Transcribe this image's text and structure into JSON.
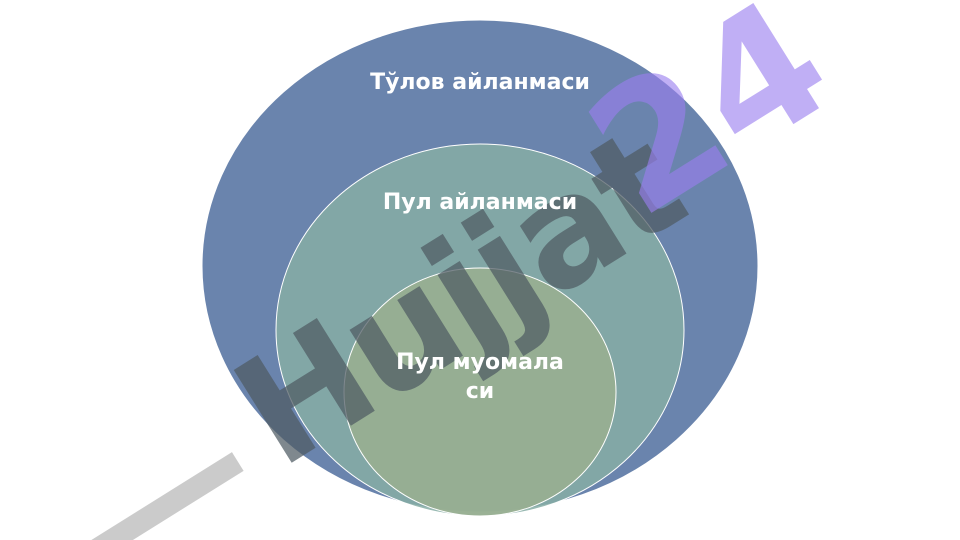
{
  "diagram": {
    "circles": [
      {
        "label": "Tўлов айланмаси",
        "fill": "#4a6b9c"
      },
      {
        "label": "Пул айланмаси",
        "fill": "#7ea7a5"
      },
      {
        "label": "Пул муомаласи",
        "fill": "#93ab8e"
      }
    ],
    "stroke_color": "#ffffff"
  },
  "watermark": {
    "text": "Hujjat24",
    "gray_color": "#a8a8a8",
    "purple_color": "#b49ff0"
  }
}
